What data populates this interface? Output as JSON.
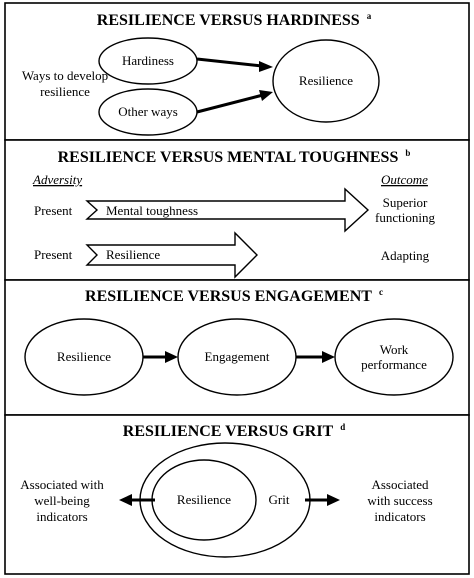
{
  "panels": {
    "hardiness": {
      "title": "RESILIENCE VERSUS HARDINESS",
      "footnote": "a",
      "ways_line1": "Ways to develop",
      "ways_line2": "resilience",
      "hardiness": "Hardiness",
      "other_ways": "Other ways",
      "resilience": "Resilience"
    },
    "toughness": {
      "title": "RESILIENCE VERSUS MENTAL TOUGHNESS",
      "footnote": "b",
      "adversity": "Adversity",
      "outcome": "Outcome",
      "row1_left": "Present",
      "row1_arrow": "Mental toughness",
      "row1_out1": "Superior",
      "row1_out2": "functioning",
      "row2_left": "Present",
      "row2_arrow": "Resilience",
      "row2_out": "Adapting"
    },
    "engagement": {
      "title": "RESILIENCE VERSUS ENGAGEMENT",
      "footnote": "c",
      "resilience": "Resilience",
      "engagement": "Engagement",
      "work1": "Work",
      "work2": "performance"
    },
    "grit": {
      "title": "RESILIENCE VERSUS GRIT",
      "footnote": "d",
      "left1": "Associated with",
      "left2": "well-being",
      "left3": "indicators",
      "resilience": "Resilience",
      "grit": "Grit",
      "right1": "Associated",
      "right2": "with success",
      "right3": "indicators"
    }
  }
}
